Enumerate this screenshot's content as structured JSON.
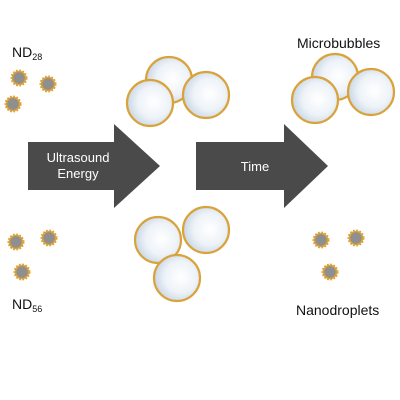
{
  "labels": {
    "nd28_main": "ND",
    "nd28_sub": "28",
    "nd56_main": "ND",
    "nd56_sub": "56",
    "microbubbles": "Microbubbles",
    "nanodroplets": "Nanodroplets"
  },
  "arrows": {
    "left_line1": "Ultrasound",
    "left_line2": "Energy",
    "right_label": "Time"
  },
  "colors": {
    "arrow_fill": "#4a4a4a",
    "shell": "#d9a23a",
    "droplet_core": "#8f8f8f",
    "bubble_core": "#ffffff",
    "bubble_edge": "#c2d2e2"
  }
}
